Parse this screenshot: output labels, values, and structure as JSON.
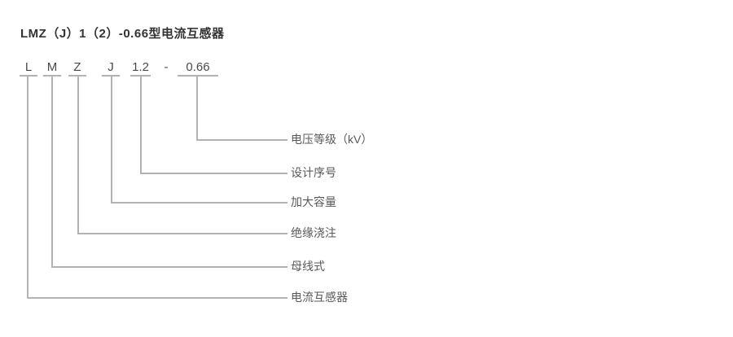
{
  "title": "LMZ（J）1（2）-0.66型电流互感器",
  "model_code": {
    "parts": [
      {
        "text": "L"
      },
      {
        "text": "M"
      },
      {
        "text": "Z"
      },
      {
        "text": "J"
      },
      {
        "text": "1.2"
      },
      {
        "text": "-"
      },
      {
        "text": "0.66"
      }
    ]
  },
  "legend": [
    {
      "code": "0.66",
      "label": "电压等级（kV）"
    },
    {
      "code": "1.2",
      "label": "设计序号"
    },
    {
      "code": "J",
      "label": "加大容量"
    },
    {
      "code": "Z",
      "label": "绝缘浇注"
    },
    {
      "code": "M",
      "label": "母线式"
    },
    {
      "code": "L",
      "label": "电流互感器"
    }
  ],
  "colors": {
    "background": "#ffffff",
    "title_text": "#333333",
    "code_text": "#4a4a4a",
    "label_text": "#595959",
    "line": "#b3b3b3"
  }
}
